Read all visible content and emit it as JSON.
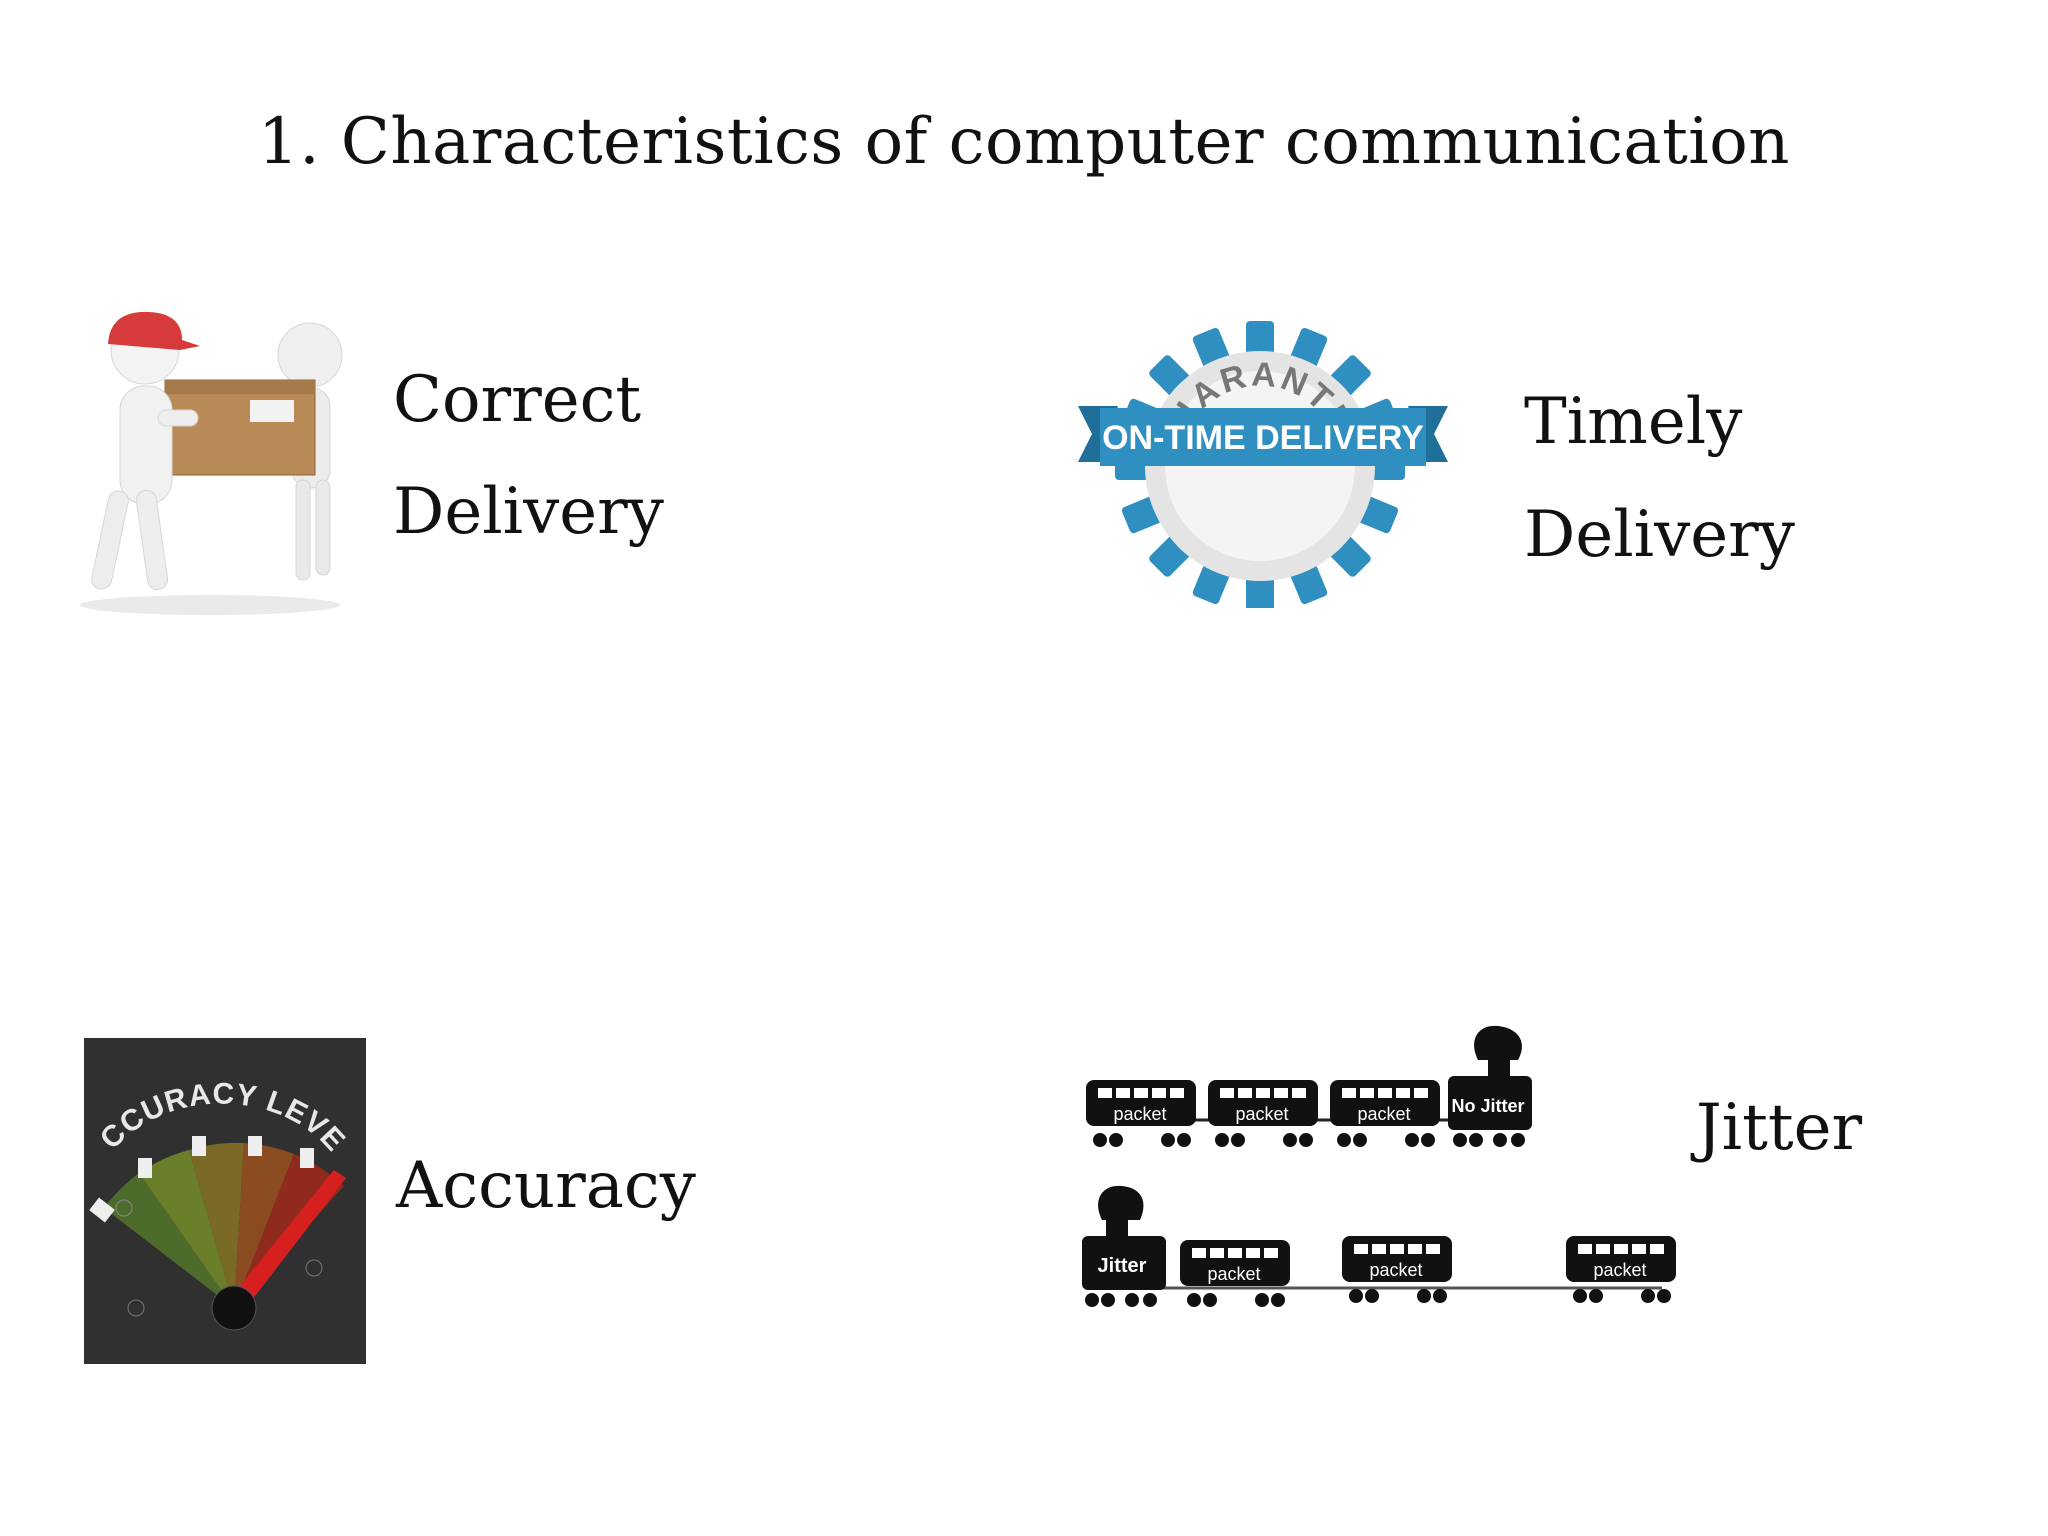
{
  "slide": {
    "title": "1. Characteristics of computer communication",
    "items": [
      {
        "name": "correct-delivery",
        "lines": [
          "Correct",
          "Delivery"
        ]
      },
      {
        "name": "timely-delivery",
        "lines": [
          "Timely",
          "Delivery"
        ]
      },
      {
        "name": "accuracy",
        "lines": [
          "Accuracy"
        ]
      },
      {
        "name": "jitter",
        "lines": [
          "Jitter"
        ]
      }
    ]
  },
  "images": {
    "badge": {
      "arc_text": "GUARANTEE",
      "ribbon_text": "ON-TIME DELIVERY"
    },
    "gauge": {
      "arc_text": "ACCURACY LEVEL"
    },
    "trains": {
      "top_engine_label": "No Jitter",
      "bottom_engine_label": "Jitter",
      "car_label": "packet"
    }
  },
  "colors": {
    "badge_blue": "#2f8fc0",
    "gauge_background": "#2b2b2b",
    "needle": "#d62020",
    "cap_red": "#d63a3a"
  }
}
